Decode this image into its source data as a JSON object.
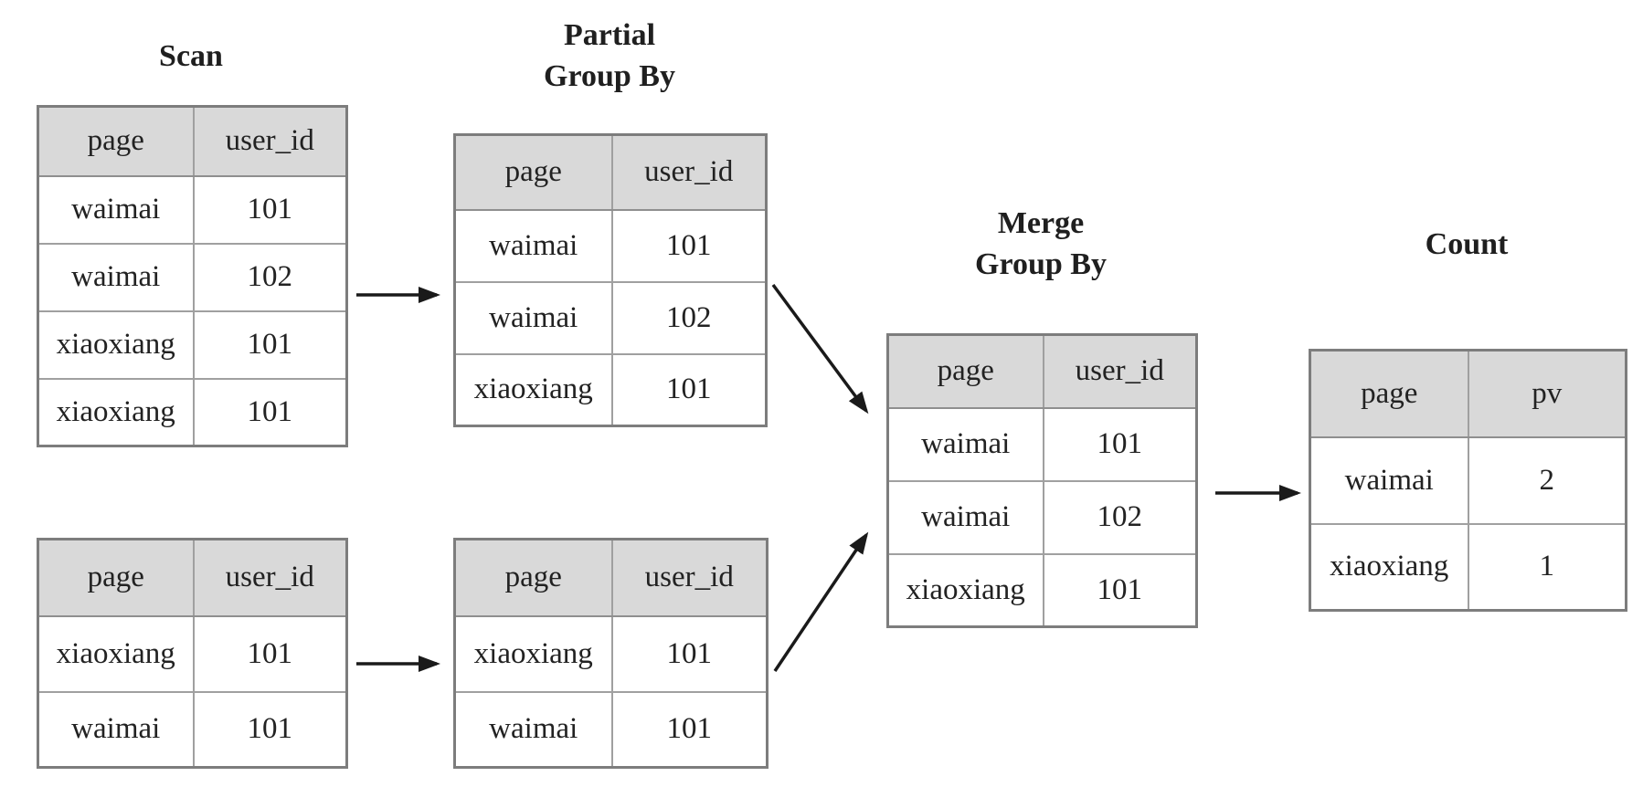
{
  "colors": {
    "background": "#ffffff",
    "header_fill": "#d9d9d9",
    "border_outer": "#7d7d7d",
    "border_inner": "#a0a0a0",
    "text": "#222222",
    "arrow": "#1a1a1a"
  },
  "nodes": {
    "scan_top": {
      "title": "Scan",
      "columns": [
        "page",
        "user_id"
      ],
      "rows": [
        [
          "waimai",
          "101"
        ],
        [
          "waimai",
          "102"
        ],
        [
          "xiaoxiang",
          "101"
        ],
        [
          "xiaoxiang",
          "101"
        ]
      ]
    },
    "partial_top": {
      "title_lines": [
        "Partial",
        "Group By"
      ],
      "columns": [
        "page",
        "user_id"
      ],
      "rows": [
        [
          "waimai",
          "101"
        ],
        [
          "waimai",
          "102"
        ],
        [
          "xiaoxiang",
          "101"
        ]
      ]
    },
    "scan_bottom": {
      "columns": [
        "page",
        "user_id"
      ],
      "rows": [
        [
          "xiaoxiang",
          "101"
        ],
        [
          "waimai",
          "101"
        ]
      ]
    },
    "partial_bottom": {
      "columns": [
        "page",
        "user_id"
      ],
      "rows": [
        [
          "xiaoxiang",
          "101"
        ],
        [
          "waimai",
          "101"
        ]
      ]
    },
    "merge": {
      "title_lines": [
        "Merge",
        "Group By"
      ],
      "columns": [
        "page",
        "user_id"
      ],
      "rows": [
        [
          "waimai",
          "101"
        ],
        [
          "waimai",
          "102"
        ],
        [
          "xiaoxiang",
          "101"
        ]
      ]
    },
    "count": {
      "title": "Count",
      "columns": [
        "page",
        "pv"
      ],
      "rows": [
        [
          "waimai",
          "2"
        ],
        [
          "xiaoxiang",
          "1"
        ]
      ]
    }
  },
  "arrows": [
    {
      "from": "scan-top",
      "to": "partial-group-by-top"
    },
    {
      "from": "partial-group-by-top",
      "to": "merge-group-by"
    },
    {
      "from": "scan-bottom",
      "to": "partial-group-by-bottom"
    },
    {
      "from": "partial-group-by-bottom",
      "to": "merge-group-by"
    },
    {
      "from": "merge-group-by",
      "to": "count"
    }
  ]
}
